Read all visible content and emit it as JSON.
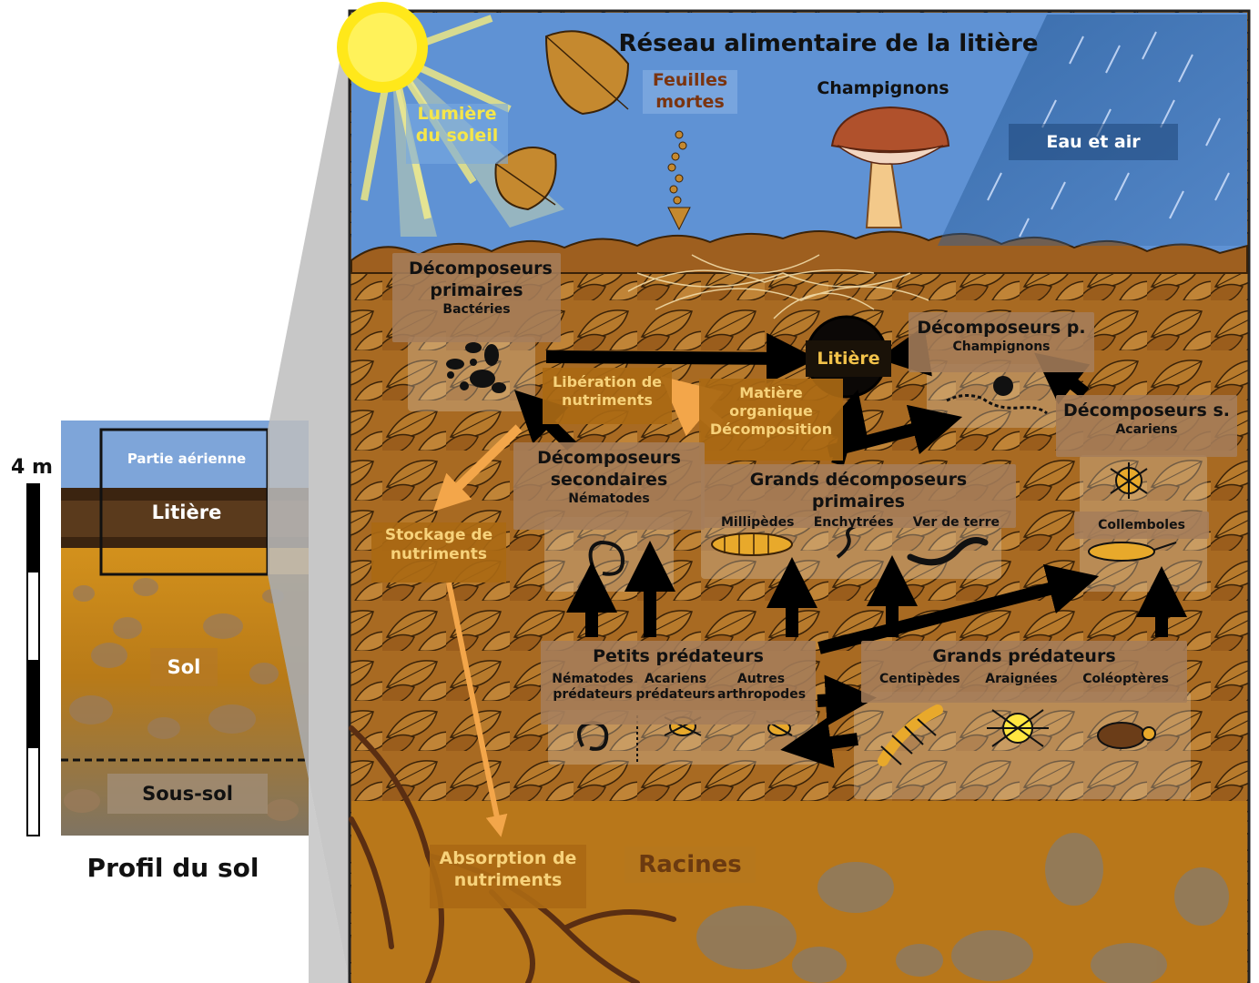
{
  "title": "Réseau alimentaire de la litière",
  "profile": {
    "caption": "Profil du sol",
    "scale_label": "4 m",
    "layers": {
      "aerial": "Partie aérienne",
      "litter": "Litière",
      "soil": "Sol",
      "subsoil": "Sous-sol"
    }
  },
  "sky": {
    "sunlight": "Lumière du soleil",
    "dead_leaves": "Feuilles mortes",
    "mushrooms": "Champignons",
    "water_air": "Eau et air"
  },
  "nodes": {
    "litter": "Litière",
    "primary_decomposers": {
      "title": "Décomposeurs primaires",
      "sub": "Bactéries"
    },
    "p_decomposers": {
      "title": "Décomposeurs p.",
      "sub": "Champignons"
    },
    "s_decomposers": {
      "title": "Décomposeurs s.",
      "sub": "Acariens"
    },
    "springtails": "Collemboles",
    "nutrient_release": "Libération de nutriments",
    "organic_matter": {
      "line1": "Matière",
      "line2": "organique",
      "line3": "Décomposition"
    },
    "secondary_decomposers": {
      "title": "Décomposeurs secondaires",
      "sub": "Nématodes"
    },
    "large_primary": {
      "title": "Grands décomposeurs primaires",
      "items": [
        "Millipèdes",
        "Enchytrées",
        "Ver de terre"
      ]
    },
    "nutrient_storage": "Stockage de nutriments",
    "small_predators": {
      "title": "Petits prédateurs",
      "items": [
        "Nématodes prédateurs",
        "Acariens prédateurs",
        "Autres arthropodes"
      ]
    },
    "large_predators": {
      "title": "Grands prédateurs",
      "items": [
        "Centipèdes",
        "Araignées",
        "Coléoptères"
      ]
    },
    "nutrient_uptake": "Absorption de nutriments",
    "roots": "Racines"
  },
  "colors": {
    "sky": "#5b8fd0",
    "litter": "#a8661e",
    "soil": "#b9781a",
    "deep_soil": "#8a5510",
    "sun": "#ffe81a",
    "accent_orange": "#f3a64a"
  }
}
